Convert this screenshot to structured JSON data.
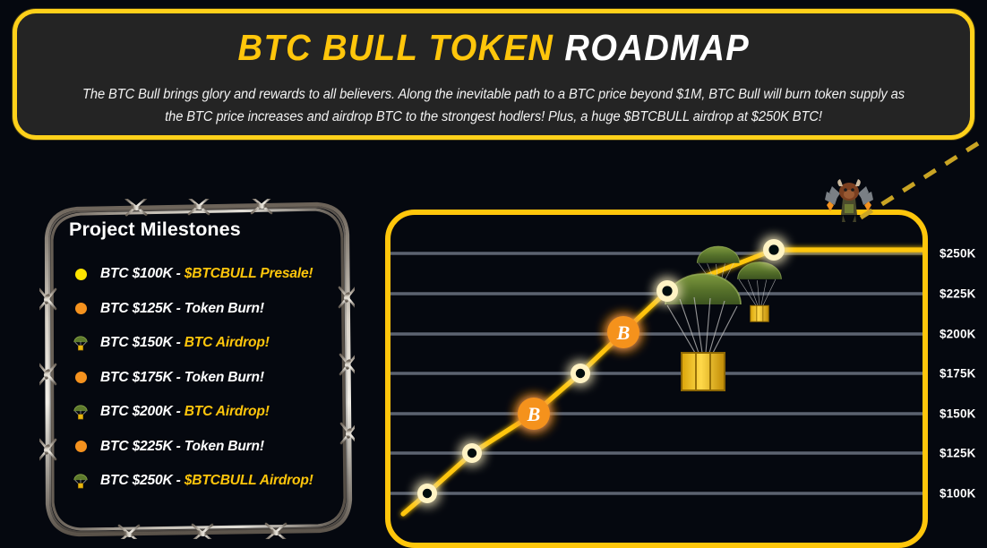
{
  "header": {
    "title_yellow": "BTC BULL TOKEN",
    "title_white": "ROADMAP",
    "subtitle": "The BTC Bull brings glory and rewards to all believers. Along the inevitable path to a BTC price beyond $1M, BTC Bull will burn token supply as the BTC price increases and airdrop BTC to the strongest hodlers! Plus, a huge $BTCBULL airdrop at $250K BTC!"
  },
  "milestones": {
    "heading": "Project Milestones",
    "items": [
      {
        "icon": "yellow-dot-icon",
        "price": "BTC $100K - ",
        "event": "$BTCBULL Presale!",
        "highlight": true
      },
      {
        "icon": "orange-dot-icon",
        "price": "BTC $125K - ",
        "event": " Token Burn!",
        "highlight": false
      },
      {
        "icon": "parachute-icon",
        "price": "BTC $150K - ",
        "event": "BTC Airdrop!",
        "highlight": true
      },
      {
        "icon": "orange-dot-icon",
        "price": "BTC $175K - ",
        "event": "Token Burn!",
        "highlight": false
      },
      {
        "icon": "parachute-icon",
        "price": "BTC $200K - ",
        "event": "BTC Airdrop!",
        "highlight": true
      },
      {
        "icon": "orange-dot-icon",
        "price": "BTC $225K - ",
        "event": "Token Burn!",
        "highlight": false
      },
      {
        "icon": "parachute-icon",
        "price": "BTC $250K - ",
        "event": "$BTCBULL Airdrop!",
        "highlight": true
      }
    ]
  },
  "chart_data": {
    "type": "line",
    "title": "",
    "xlabel": "",
    "ylabel": "",
    "grid": true,
    "legend_position": "none",
    "ytick_labels": [
      "$100K",
      "$125K",
      "$150K",
      "$175K",
      "$200K",
      "$225K",
      "$250K"
    ],
    "ytick_values": [
      100000,
      125000,
      150000,
      175000,
      200000,
      225000,
      250000
    ],
    "ylim": [
      100000,
      250000
    ],
    "x": [
      1,
      2,
      3,
      4,
      5,
      6,
      7
    ],
    "values": [
      100000,
      125000,
      150000,
      175000,
      200000,
      225000,
      250000
    ],
    "point_markers": [
      "ring",
      "ring",
      "bitcoin",
      "ring",
      "bitcoin",
      "ring",
      "ring"
    ],
    "annotations": [
      {
        "name": "bull-mascot",
        "label": "BTC Bull mascot",
        "at_x": 7.55
      },
      {
        "name": "dashed-continuation",
        "label": "future path"
      },
      {
        "name": "parachute-crate",
        "label": "airdrop crate",
        "count": 3
      }
    ],
    "colors": {
      "line": "#FFC60B",
      "marker_ring": "#FFF3C4",
      "marker_core": "#05080f",
      "bitcoin": "#F5921E",
      "grid": "#5C6370",
      "panel_border": "#FFC60B",
      "background": "#05080f"
    }
  },
  "colors": {
    "accent_yellow": "#FFC60B",
    "bright_yellow": "#FFE400",
    "orange": "#F5921E",
    "panel_bg": "#242424",
    "page_bg": "#05080f",
    "text_white": "#FFFFFF"
  }
}
